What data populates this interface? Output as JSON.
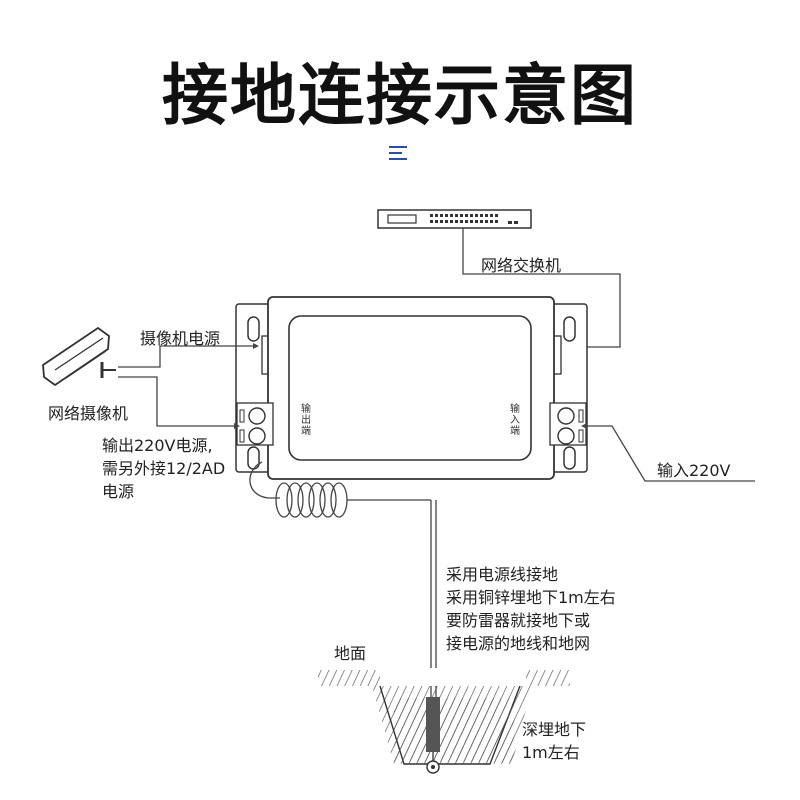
{
  "title": "接地连接示意图",
  "labels": {
    "switch": "网络交换机",
    "camera_power": "摄像机电源",
    "camera": "网络摄像机",
    "output_note": "输出220V电源,\n需另外接12/2AD\n电源",
    "input": "输入220V",
    "out_port": "输\n出\n端",
    "in_port": "输\n入\n端",
    "ground_notes": [
      "采用电源线接地",
      "采用铜锌埋地下1m左右",
      "要防雷器就接地下或",
      "接电源的地线和地网"
    ],
    "surface": "地面",
    "depth": "深埋地下\n1m左右"
  },
  "icons": {
    "menu": "menu-lines-icon",
    "camera": "camera-icon",
    "switch": "network-switch-icon",
    "ground_rod": "ground-rod-icon"
  },
  "colors": {
    "accent": "#2a4ea8",
    "line": "#444444",
    "rod": "#555555"
  }
}
